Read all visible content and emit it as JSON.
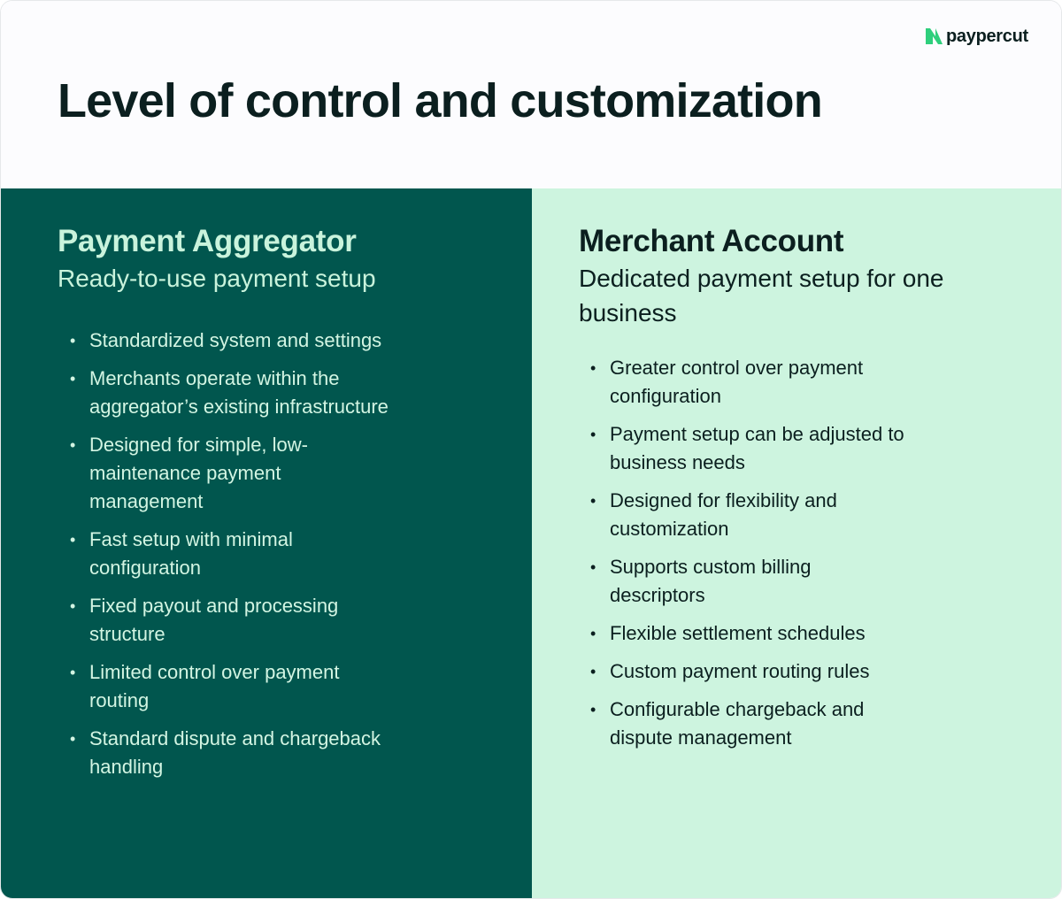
{
  "brand": {
    "name": "paypercut",
    "logo_color": "#2ecf7c"
  },
  "header": {
    "title": "Level of control and customization"
  },
  "columns": {
    "left": {
      "title": "Payment Aggregator",
      "subtitle": "Ready-to-use payment setup",
      "background": "#01564e",
      "items": [
        "Standardized system and settings",
        "Merchants operate within the aggregator’s existing infrastructure",
        "Designed for simple, low-maintenance payment management",
        "Fast setup with minimal configuration",
        "Fixed payout and processing structure",
        "Limited control over payment routing",
        "Standard dispute and chargeback handling"
      ]
    },
    "right": {
      "title": "Merchant Account",
      "subtitle": "Dedicated payment setup for one business",
      "background": "#cdf4df",
      "items": [
        "Greater control over payment configuration",
        "Payment setup can be adjusted to business needs",
        "Designed for flexibility and customization",
        "Supports custom billing descriptors",
        "Flexible settlement schedules",
        "Custom payment routing rules",
        "Configurable chargeback and dispute management"
      ]
    }
  },
  "bullet_glyph": "•"
}
